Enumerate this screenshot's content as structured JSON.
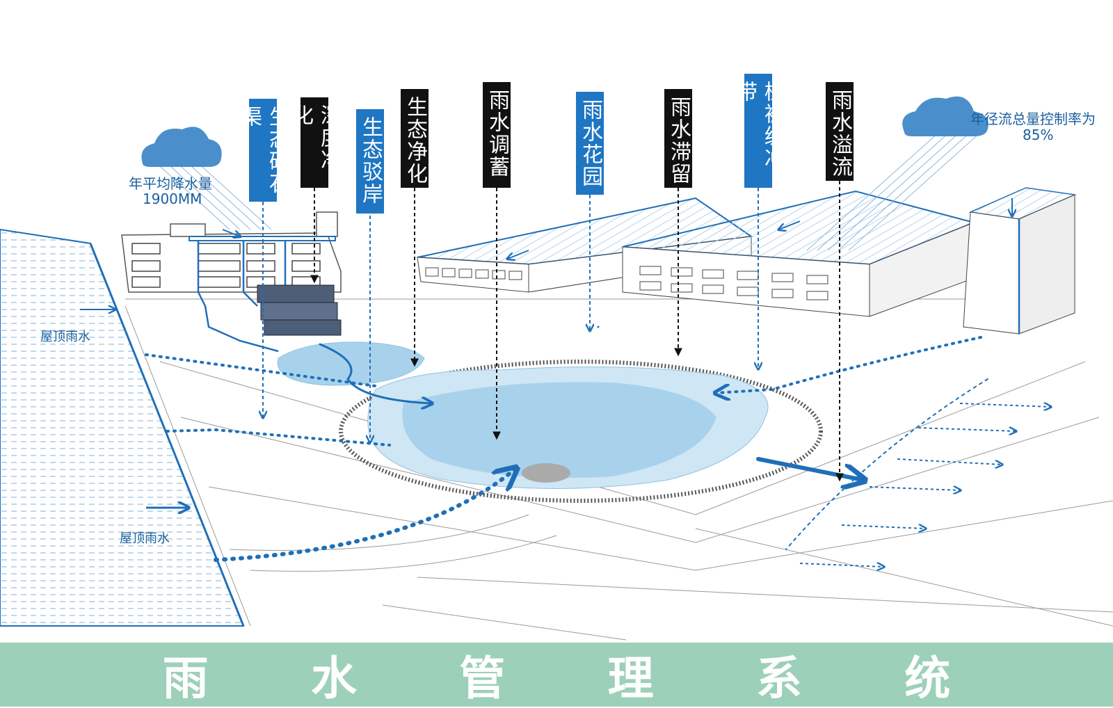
{
  "labels": {
    "eco_gravel_channel": "生态碎石渠",
    "deep_purification": "深度净化",
    "eco_revetment": "生态驳岸",
    "eco_purification": "生态净化",
    "rain_storage": "雨水调蓄",
    "rain_garden": "雨水花园",
    "rain_retention": "雨水滞留",
    "vegetation_buffer": "植被缓冲带",
    "rain_overflow": "雨水溢流"
  },
  "notes": {
    "annual_rainfall_label": "年平均降水量",
    "annual_rainfall_value": "1900MM",
    "runoff_control_label": "年径流总量控制率为",
    "runoff_control_value": "85%",
    "roof_rain_1": "屋顶雨水",
    "roof_rain_2": "屋顶雨水"
  },
  "banner": {
    "chars": [
      "雨",
      "水",
      "管",
      "理",
      "系",
      "统"
    ]
  },
  "colors": {
    "label_black": "#111111",
    "label_blue": "#1f76c2",
    "water_light": "#cfe6f4",
    "water_mid": "#a8d2ec",
    "flow_blue": "#1f6fb8",
    "cloud": "#4a8fcb",
    "banner": "#9dd0b8"
  }
}
